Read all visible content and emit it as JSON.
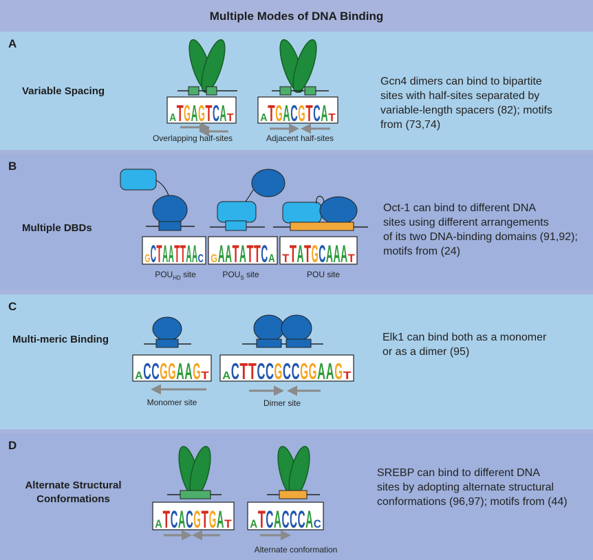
{
  "title": "Multiple Modes of DNA Binding",
  "colors": {
    "page_bg": "#a8b4dc",
    "panel_light": "#a9d0ea",
    "panel_dark": "#9fb1dc",
    "green_protein": "#1e8c3a",
    "green_box": "#4cae6a",
    "blue_dark": "#1a6ab8",
    "blue_light": "#2fb2ea",
    "orange_box": "#f2a93b",
    "arrow_gray": "#8a8a8a",
    "A": "#2e9a3c",
    "C": "#2257b0",
    "G": "#f5a623",
    "T": "#d42a1e"
  },
  "panels": [
    {
      "letter": "A",
      "title": "Variable Spacing",
      "description": "Gcn4 dimers can bind to bipartite\nsites with half-sites separated by\nvariable-length spacers (82); motifs\nfrom (73,74)",
      "motifs": [
        {
          "sequence": "ATGAGTCAT",
          "caption": "Overlapping half-sites"
        },
        {
          "sequence": "ATGACGTCAT",
          "caption": "Adjacent half-sites"
        }
      ]
    },
    {
      "letter": "B",
      "title": "Multiple DBDs",
      "description": "Oct-1 can bind to different DNA\nsites using different arrangements\nof its two DNA-binding domains (91,92);\nmotifs from (24)",
      "motifs": [
        {
          "sequence": "GCTAATTAAC",
          "caption_main": "POU",
          "caption_sub": "HD",
          "caption_tail": " site"
        },
        {
          "sequence": "GAATATTCA",
          "caption_main": "POU",
          "caption_sub": "S",
          "caption_tail": " site"
        },
        {
          "sequence": "TTATGCAAAT",
          "caption": "POU site"
        }
      ]
    },
    {
      "letter": "C",
      "title": "Multi-meric Binding",
      "description": "Elk1 can bind both as a monomer\nor as a dimer (95)",
      "motifs": [
        {
          "sequence": "ACCGGAAGT",
          "caption": "Monomer site"
        },
        {
          "sequence": "ACTTCCGCCGGAAGT",
          "caption": "Dimer site"
        }
      ]
    },
    {
      "letter": "D",
      "title": "Alternate Structural\nConformations",
      "description": "SREBP can bind to different DNA\nsites by adopting alternate structural\nconformations (96,97); motifs from (44)",
      "motifs": [
        {
          "sequence": "ATCACGTGAT",
          "caption": ""
        },
        {
          "sequence": "ATCACCCAC",
          "caption": "Alternate conformation"
        }
      ]
    }
  ]
}
